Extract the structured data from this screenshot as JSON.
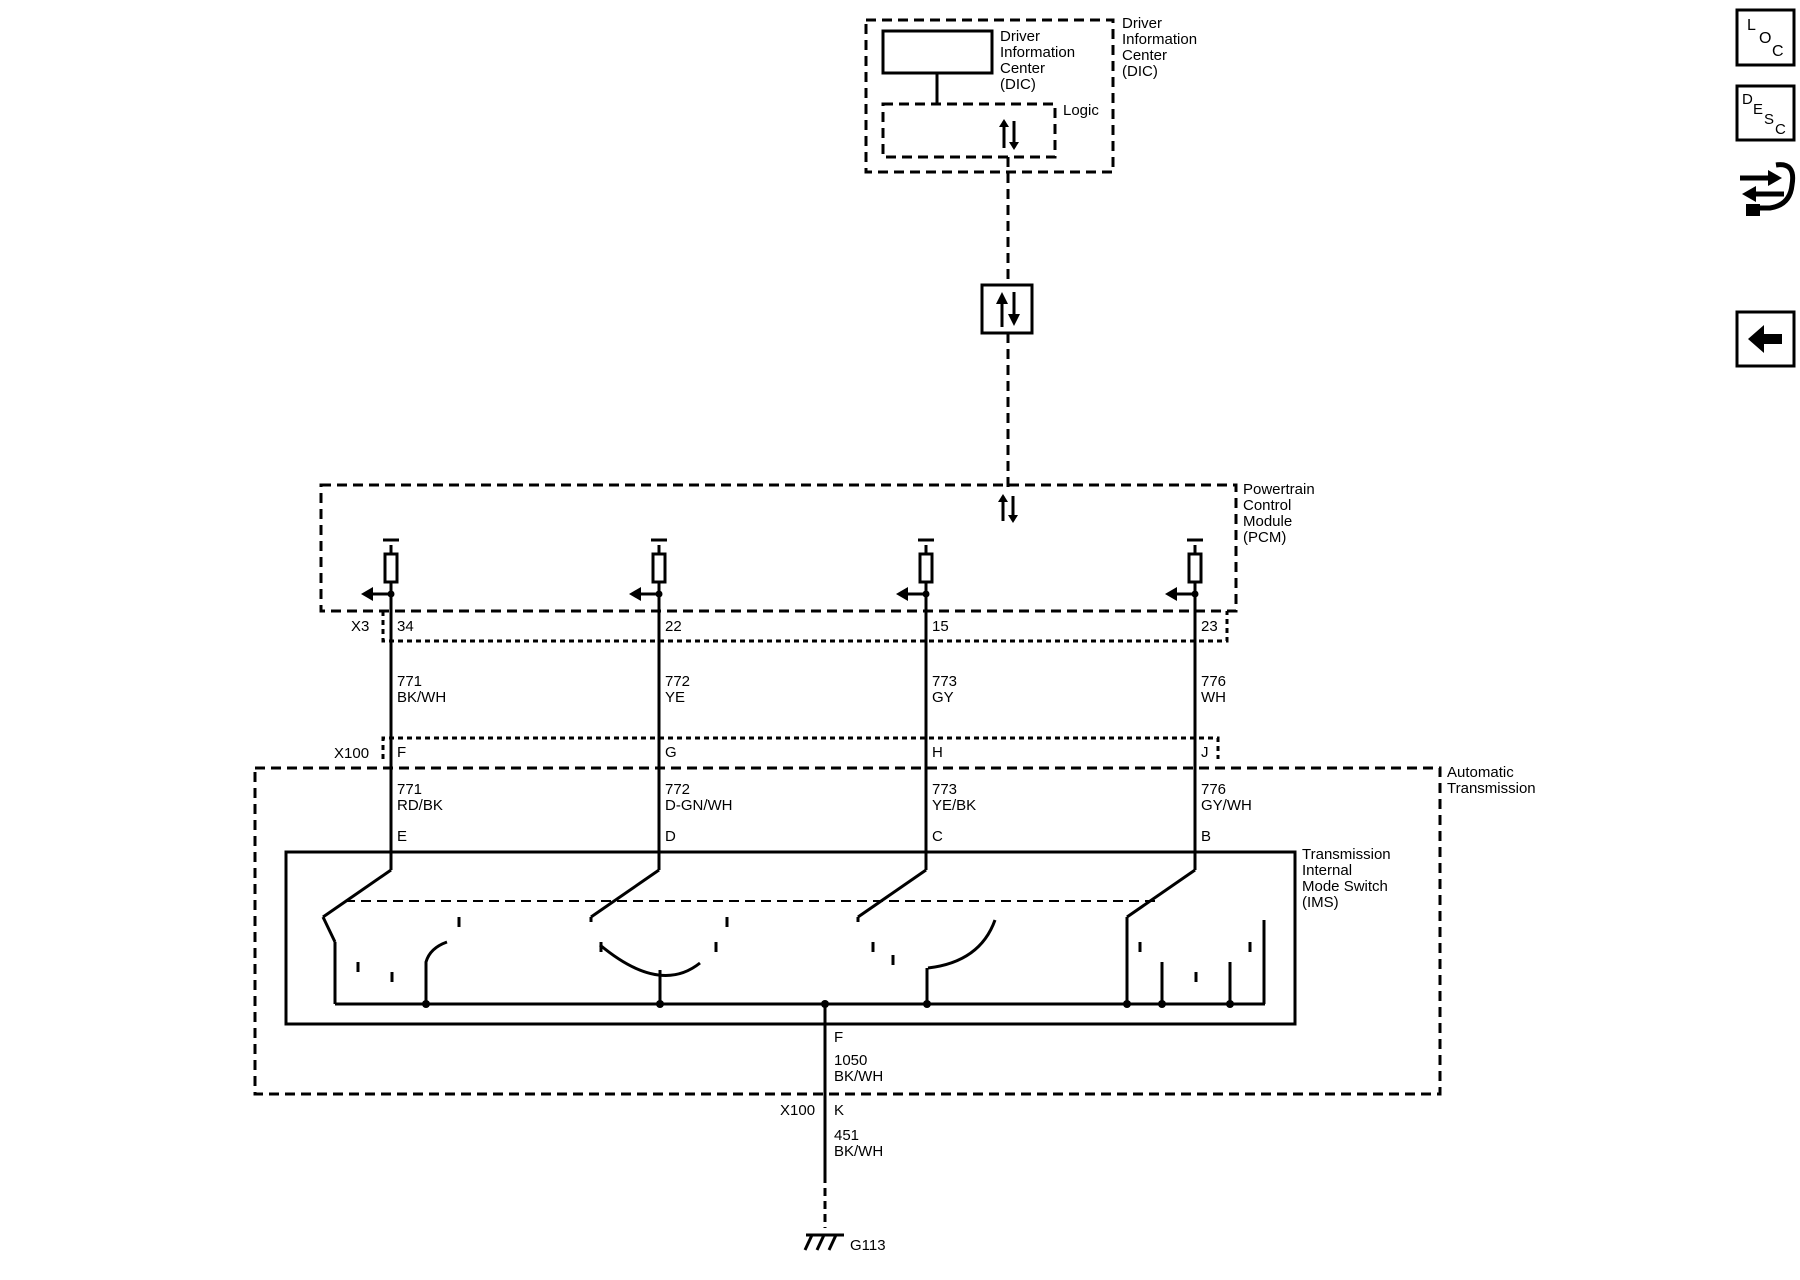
{
  "dic": {
    "outer_label": [
      "Driver",
      "Information",
      "Center",
      "(DIC)"
    ],
    "inner_label": [
      "Driver",
      "Information",
      "Center",
      "(DIC)"
    ],
    "logic_label": "Logic"
  },
  "pcm": {
    "label": [
      "Powertrain",
      "Control",
      "Module",
      "(PCM)"
    ],
    "connector": "X3"
  },
  "connector_x100": "X100",
  "automatic_transmission": {
    "label": [
      "Automatic",
      "Transmission"
    ]
  },
  "ims": {
    "label": [
      "Transmission",
      "Internal",
      "Mode Switch",
      "(IMS)"
    ]
  },
  "circuits": [
    {
      "pcm_pin": "34",
      "upper_wire": "771",
      "upper_color": "BK/WH",
      "x100_pin": "F",
      "lower_wire": "771",
      "lower_color": "RD/BK",
      "ims_pin": "E"
    },
    {
      "pcm_pin": "22",
      "upper_wire": "772",
      "upper_color": "YE",
      "x100_pin": "G",
      "lower_wire": "772",
      "lower_color": "D-GN/WH",
      "ims_pin": "D"
    },
    {
      "pcm_pin": "15",
      "upper_wire": "773",
      "upper_color": "GY",
      "x100_pin": "H",
      "lower_wire": "773",
      "lower_color": "YE/BK",
      "ims_pin": "C"
    },
    {
      "pcm_pin": "23",
      "upper_wire": "776",
      "upper_color": "WH",
      "x100_pin": "J",
      "lower_wire": "776",
      "lower_color": "GY/WH",
      "ims_pin": "B"
    }
  ],
  "ground": {
    "ims_pin": "F",
    "wire1": "1050",
    "wire1_color": "BK/WH",
    "x100_pin": "K",
    "wire2": "451",
    "wire2_color": "BK/WH",
    "ground_label": "G113"
  },
  "nav": {
    "loc": {
      "l1": "L",
      "l2": "O",
      "l3": "C"
    },
    "desc": {
      "l1": "D",
      "l2": "E",
      "l3": "S",
      "l4": "C"
    },
    "service_icon": "wrench-arrows-icon",
    "back_icon": "back-arrow-icon"
  }
}
